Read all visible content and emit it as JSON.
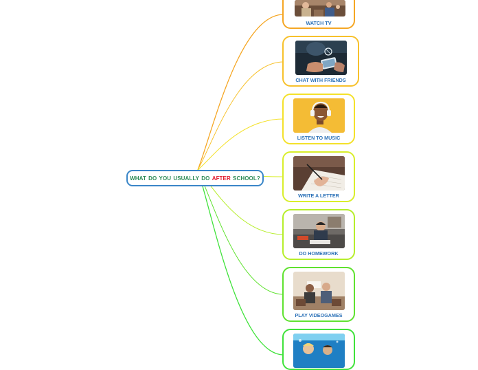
{
  "central_topic": {
    "words": [
      {
        "text": "WHAT",
        "highlight": false
      },
      {
        "text": "DO",
        "highlight": false
      },
      {
        "text": "YOU",
        "highlight": false
      },
      {
        "text": "USUALLY",
        "highlight": false
      },
      {
        "text": "DO",
        "highlight": false
      },
      {
        "text": "AFTER",
        "highlight": true
      },
      {
        "text": "SCHOOL?",
        "highlight": false
      }
    ]
  },
  "topics": [
    {
      "label": "WATCH TV",
      "image": "family-watching-tv-photo"
    },
    {
      "label": "CHAT WITH FRIENDS",
      "image": "hands-with-phone-photo"
    },
    {
      "label": "LISTEN TO MUSIC",
      "image": "man-with-headphones-photo"
    },
    {
      "label": "WRITE A LETTER",
      "image": "hand-writing-photo"
    },
    {
      "label": "DO HOMEWORK",
      "image": "boy-studying-photo"
    },
    {
      "label": "PLAY VIDEOGAMES",
      "image": "kids-playing-videogames-photo"
    },
    {
      "label": "",
      "image": "children-swimming-underwater-photo"
    }
  ],
  "colors": {
    "central_border": "#3a86c8",
    "central_text": "#2e8b57",
    "highlight_text": "#e0182d",
    "label_text": "#2d72b8",
    "branch_colors": [
      "#f5a623",
      "#f7c12b",
      "#f4e12a",
      "#d9ee2b",
      "#b6ee2a",
      "#5fe22f",
      "#3fe23a"
    ]
  }
}
